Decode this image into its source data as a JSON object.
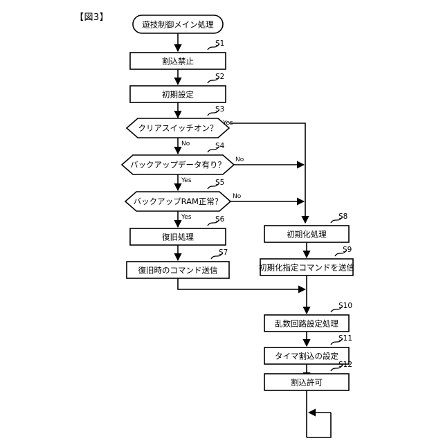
{
  "figure": {
    "label": "【図3】",
    "title": "遊技制御メイン処理"
  },
  "chart_data": {
    "type": "diagram",
    "diagram_kind": "flowchart",
    "title": "遊技制御メイン処理",
    "nodes": [
      {
        "id": "start",
        "shape": "terminator",
        "label": "遊技制御メイン処理",
        "step": ""
      },
      {
        "id": "s1",
        "shape": "process",
        "label": "割込禁止",
        "step": "S1"
      },
      {
        "id": "s2",
        "shape": "process",
        "label": "初期設定",
        "step": "S2"
      },
      {
        "id": "s3",
        "shape": "decision",
        "label": "クリアスイッチオン？",
        "step": "S3"
      },
      {
        "id": "s4",
        "shape": "decision",
        "label": "バックアップデータ有り？",
        "step": "S4"
      },
      {
        "id": "s5",
        "shape": "decision",
        "label": "バックアップRAM正常？",
        "step": "S5"
      },
      {
        "id": "s6",
        "shape": "process",
        "label": "復旧処理",
        "step": "S6"
      },
      {
        "id": "s7",
        "shape": "process",
        "label": "復旧時のコマンド送信",
        "step": "S7"
      },
      {
        "id": "s8",
        "shape": "process",
        "label": "初期化処理",
        "step": "S8"
      },
      {
        "id": "s9",
        "shape": "process",
        "label": "初期化指定コマンドを送信",
        "step": "S9"
      },
      {
        "id": "s10",
        "shape": "process",
        "label": "乱数回路設定処理",
        "step": "S10"
      },
      {
        "id": "s11",
        "shape": "process",
        "label": "タイマ割込の設定",
        "step": "S11"
      },
      {
        "id": "s12",
        "shape": "process",
        "label": "割込許可",
        "step": "S12"
      }
    ],
    "edges": [
      {
        "from": "start",
        "to": "s1",
        "label": ""
      },
      {
        "from": "s1",
        "to": "s2",
        "label": ""
      },
      {
        "from": "s2",
        "to": "s3",
        "label": ""
      },
      {
        "from": "s3",
        "to": "s4",
        "label": "No"
      },
      {
        "from": "s3",
        "to": "s8",
        "label": "Yes"
      },
      {
        "from": "s4",
        "to": "s5",
        "label": "Yes"
      },
      {
        "from": "s4",
        "to": "s8",
        "label": "No"
      },
      {
        "from": "s5",
        "to": "s6",
        "label": "Yes"
      },
      {
        "from": "s5",
        "to": "s8",
        "label": "No"
      },
      {
        "from": "s6",
        "to": "s7",
        "label": ""
      },
      {
        "from": "s7",
        "to": "s10",
        "label": ""
      },
      {
        "from": "s8",
        "to": "s9",
        "label": ""
      },
      {
        "from": "s9",
        "to": "s10",
        "label": ""
      },
      {
        "from": "s10",
        "to": "s11",
        "label": ""
      },
      {
        "from": "s11",
        "to": "s12",
        "label": ""
      },
      {
        "from": "s12",
        "to": "s12",
        "label": "loop"
      }
    ]
  },
  "nodes": {
    "start": {
      "label": "遊技制御メイン処理"
    },
    "s1": {
      "label": "割込禁止",
      "step": "S1"
    },
    "s2": {
      "label": "初期設定",
      "step": "S2"
    },
    "s3": {
      "label": "クリアスイッチオン？",
      "step": "S3",
      "yes": "Yes",
      "no": "No"
    },
    "s4": {
      "label": "バックアップデータ有り？",
      "step": "S4",
      "yes": "Yes",
      "no": "No"
    },
    "s5": {
      "label": "バックアップRAM正常？",
      "step": "S5",
      "yes": "Yes",
      "no": "No"
    },
    "s6": {
      "label": "復旧処理",
      "step": "S6"
    },
    "s7": {
      "label": "復旧時のコマンド送信",
      "step": "S7"
    },
    "s8": {
      "label": "初期化処理",
      "step": "S8"
    },
    "s9": {
      "label": "初期化指定コマンドを送信",
      "step": "S9"
    },
    "s10": {
      "label": "乱数回路設定処理",
      "step": "S10"
    },
    "s11": {
      "label": "タイマ割込の設定",
      "step": "S11"
    },
    "s12": {
      "label": "割込許可",
      "step": "S12"
    }
  },
  "colors": {
    "stroke": "#000000",
    "fill": "#ffffff",
    "background": "#ffffff"
  }
}
